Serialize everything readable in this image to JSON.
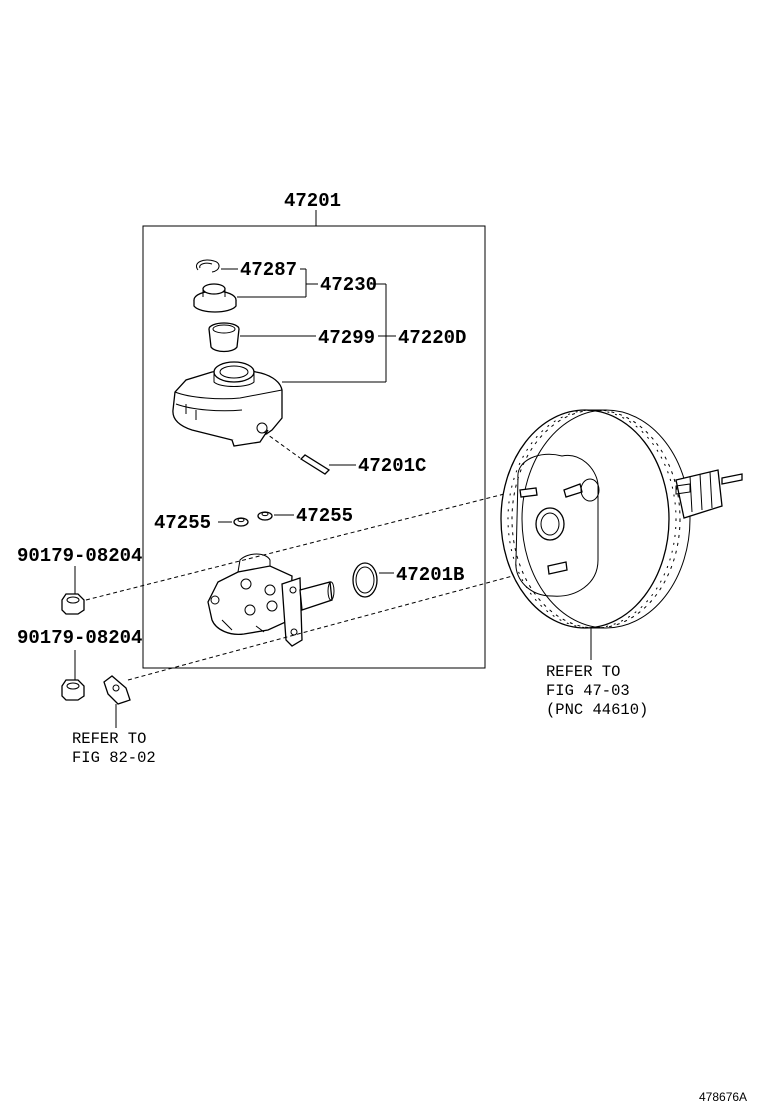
{
  "assembly": {
    "label": "47201"
  },
  "labels": {
    "p47287": "47287",
    "p47230": "47230",
    "p47299": "47299",
    "p47220D": "47220D",
    "p47201C": "47201C",
    "p47255_left": "47255",
    "p47255_right": "47255",
    "p47201B": "47201B",
    "nut_upper": "90179-08204",
    "nut_lower": "90179-08204"
  },
  "refer_booster": {
    "line1": "REFER TO",
    "line2": "FIG 47-03",
    "line3": "(PNC 44610)"
  },
  "refer_bracket": {
    "line1": "REFER TO",
    "line2": "FIG 82-02"
  },
  "figure_code": "478676A",
  "icons": [
    "retaining-clip-icon",
    "reservoir-cap-icon",
    "strainer-icon",
    "reservoir-tank-icon",
    "pin-icon",
    "grommet-icon",
    "master-cylinder-icon",
    "o-ring-icon",
    "nut-icon",
    "bracket-icon",
    "brake-booster-icon"
  ]
}
